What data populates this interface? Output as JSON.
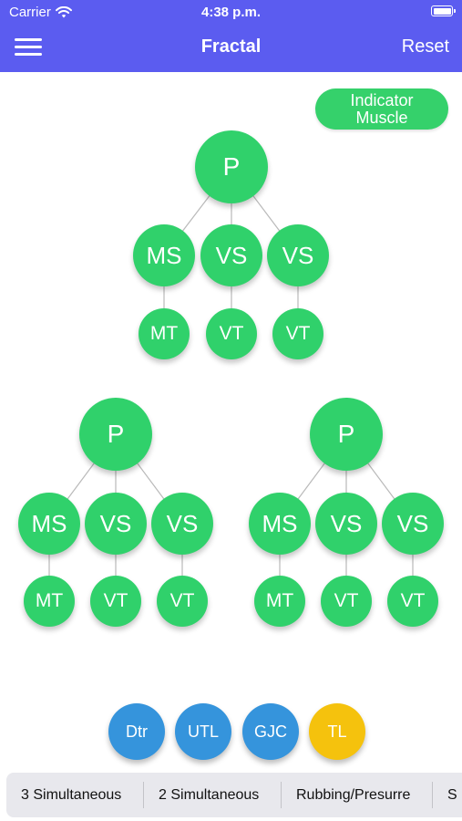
{
  "status_bar": {
    "carrier": "Carrier",
    "time": "4:38 p.m."
  },
  "nav": {
    "title": "Fractal",
    "reset_label": "Reset"
  },
  "indicator_button": {
    "line1": "Indicator",
    "line2": "Muscle"
  },
  "fractal_groups": [
    {
      "parent": "P",
      "children": [
        {
          "top": "MS",
          "bottom": "MT"
        },
        {
          "top": "VS",
          "bottom": "VT"
        },
        {
          "top": "VS",
          "bottom": "VT"
        }
      ]
    },
    {
      "parent": "P",
      "children": [
        {
          "top": "MS",
          "bottom": "MT"
        },
        {
          "top": "VS",
          "bottom": "VT"
        },
        {
          "top": "VS",
          "bottom": "VT"
        }
      ]
    },
    {
      "parent": "P",
      "children": [
        {
          "top": "MS",
          "bottom": "MT"
        },
        {
          "top": "VS",
          "bottom": "VT"
        },
        {
          "top": "VS",
          "bottom": "VT"
        }
      ]
    }
  ],
  "tools": [
    {
      "label": "Dtr",
      "color": "#3594dc"
    },
    {
      "label": "UTL",
      "color": "#3594dc"
    },
    {
      "label": "GJC",
      "color": "#3594dc"
    },
    {
      "label": "TL",
      "color": "#f5c20d"
    }
  ],
  "segments": [
    "3 Simultaneous",
    "2 Simultaneous",
    "Rubbing/Presurre",
    "S"
  ],
  "colors": {
    "header": "#5b5cf0",
    "node": "#30d16b",
    "indicator": "#35d16b",
    "line": "#b9b9b9"
  }
}
